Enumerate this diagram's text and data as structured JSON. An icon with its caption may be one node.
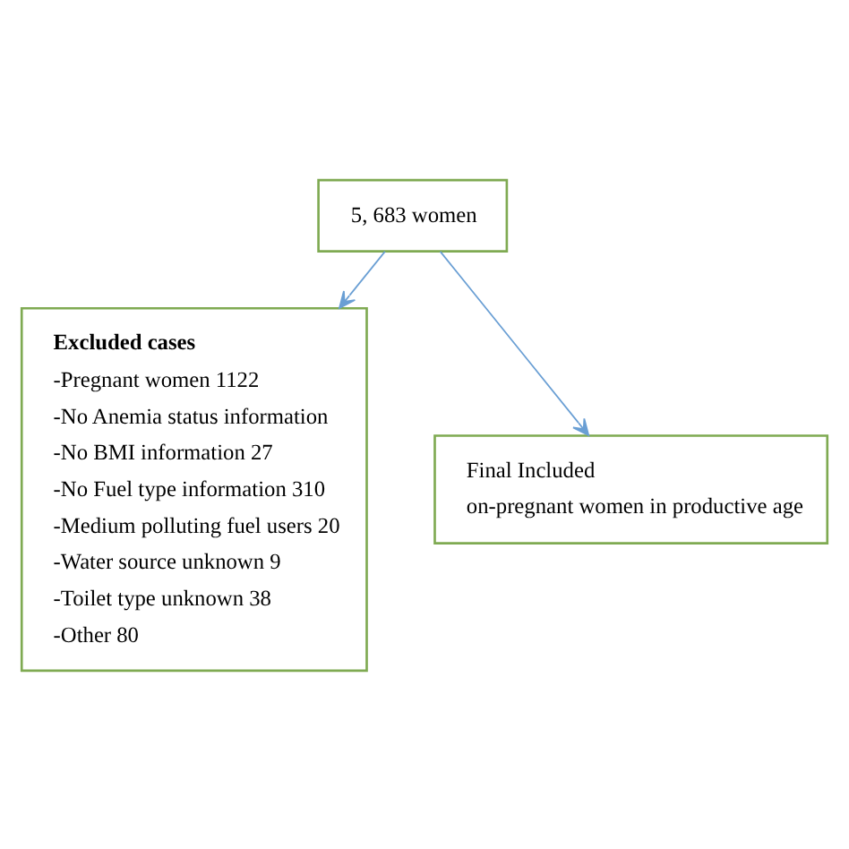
{
  "diagram": {
    "nodes": [
      {
        "text": [
          "5, 683 women"
        ]
      },
      {
        "text": [
          "Excluded cases",
          "-Pregnant women 1122",
          "-No Anemia status information",
          "-No BMI information 27",
          "-No Fuel type information 310",
          "-Medium polluting fuel users 20",
          "-Water source unknown 9",
          "-Toilet type unknown 38",
          "-Other 80"
        ]
      },
      {
        "text": [
          "Final Included",
          "on-pregnant women in productive age"
        ]
      }
    ],
    "edges": [
      {
        "from": 0,
        "to": 2,
        "arrow": "to"
      },
      {
        "from": 0,
        "to": 1,
        "arrow": "to"
      }
    ]
  }
}
